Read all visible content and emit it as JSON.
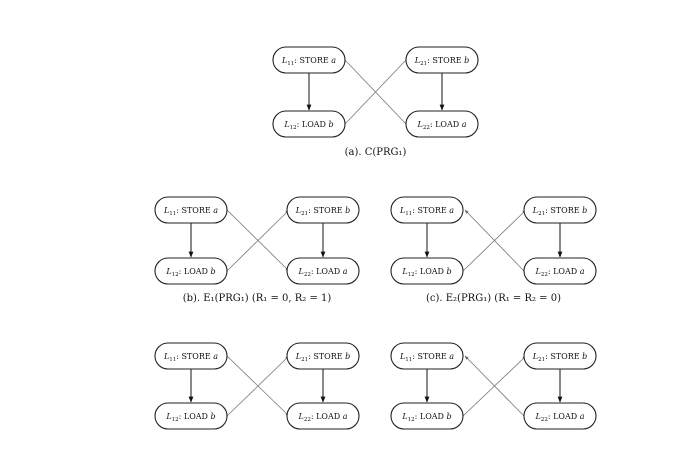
{
  "nodes": {
    "L11": {
      "name": "L",
      "sub": "11",
      "op": ": STORE ",
      "var": "a"
    },
    "L12": {
      "name": "L",
      "sub": "12",
      "op": ": LOAD ",
      "var": "b"
    },
    "L21": {
      "name": "L",
      "sub": "21",
      "op": ": STORE ",
      "var": "b"
    },
    "L22": {
      "name": "L",
      "sub": "22",
      "op": ": LOAD ",
      "var": "a"
    }
  },
  "diagrams": [
    {
      "id": "a",
      "caption": "(a). C(PRG₁)",
      "cross": "none"
    },
    {
      "id": "b",
      "caption": "(b). E₁(PRG₁) (R₁ = 0, R₂ = 1)",
      "cross": "b"
    },
    {
      "id": "c",
      "caption": "(c). E₂(PRG₁) (R₁ = R₂ = 0)",
      "cross": "c"
    },
    {
      "id": "d",
      "caption": "",
      "cross": "b"
    },
    {
      "id": "e",
      "caption": "",
      "cross": "c"
    }
  ],
  "colors": {
    "edge": "#111111",
    "cross_edge": "#777777",
    "node_border": "#222222"
  }
}
